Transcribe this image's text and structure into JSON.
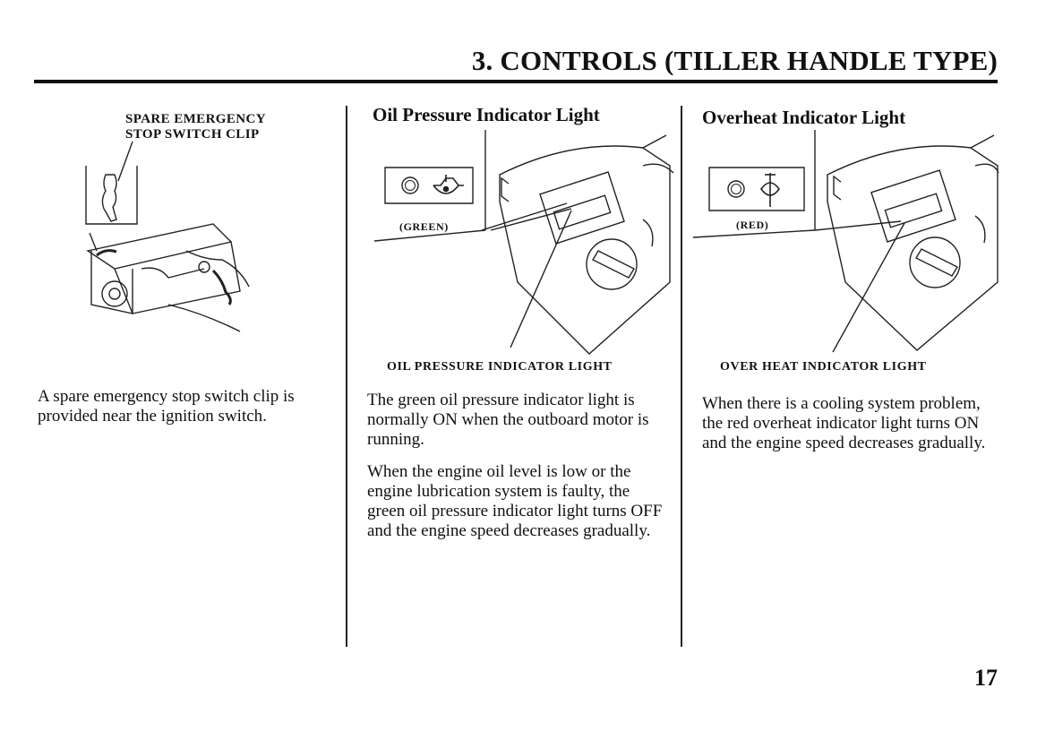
{
  "header": {
    "section_title": "3. CONTROLS (TILLER HANDLE TYPE)"
  },
  "col1": {
    "callout_line1": "SPARE EMERGENCY",
    "callout_line2": "STOP SWITCH CLIP",
    "body": "A spare emergency stop switch clip is provided near the ignition switch."
  },
  "col2": {
    "heading": "Oil Pressure Indicator Light",
    "lamp_label": "(GREEN)",
    "caption": "OIL PRESSURE INDICATOR LIGHT",
    "para1": "The green oil pressure indicator light is normally ON when the outboard motor is running.",
    "para2": "When the engine oil level is low or the engine lubrication system is faulty, the green oil pressure indicator light turns OFF and the engine speed decreases gradually."
  },
  "col3": {
    "heading": "Overheat Indicator Light",
    "lamp_label": "(RED)",
    "caption": "OVER HEAT INDICATOR LIGHT",
    "para1": "When there is a cooling system problem, the red overheat indicator light turns ON and the engine speed decreases gradually."
  },
  "footer": {
    "page_number": "17"
  }
}
